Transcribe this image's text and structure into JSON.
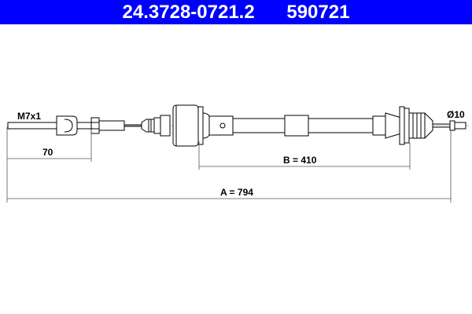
{
  "header": {
    "part_number": "24.3728-0721.2",
    "ref_number": "590721",
    "background": "#0000ff"
  },
  "drawing": {
    "thread_label": "M7x1",
    "diameter_label": "Ø10",
    "dim_end": "70",
    "dim_b": "B = 410",
    "dim_a": "A = 794"
  }
}
